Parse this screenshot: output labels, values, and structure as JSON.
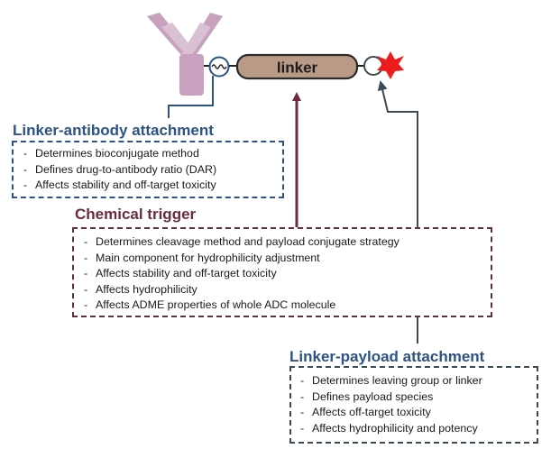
{
  "colors": {
    "antibody": "#c7a1bd",
    "linker_fill": "#b99a87",
    "blue": "#2c5384",
    "maroon": "#6b2d3c",
    "gray_arrow": "#3b4a55",
    "payload_star": "#ee1c1c"
  },
  "linker_label": "linker",
  "linker_antibody": {
    "title": "Linker-antibody attachment",
    "items": [
      "Determines bioconjugate method",
      "Defines drug-to-antibody ratio (DAR)",
      "Affects stability and off-target toxicity"
    ]
  },
  "chemical_trigger": {
    "title": "Chemical trigger",
    "items": [
      "Determines cleavage method and payload conjugate strategy",
      "Main component for hydrophilicity adjustment",
      "Affects stability and off-target toxicity",
      "Affects hydrophilicity",
      "Affects ADME properties of whole ADC molecule"
    ]
  },
  "linker_payload": {
    "title": "Linker-payload attachment",
    "items": [
      "Determines leaving group or linker",
      "Defines payload species",
      "Affects off-target toxicity",
      "Affects hydrophilicity and potency"
    ]
  }
}
